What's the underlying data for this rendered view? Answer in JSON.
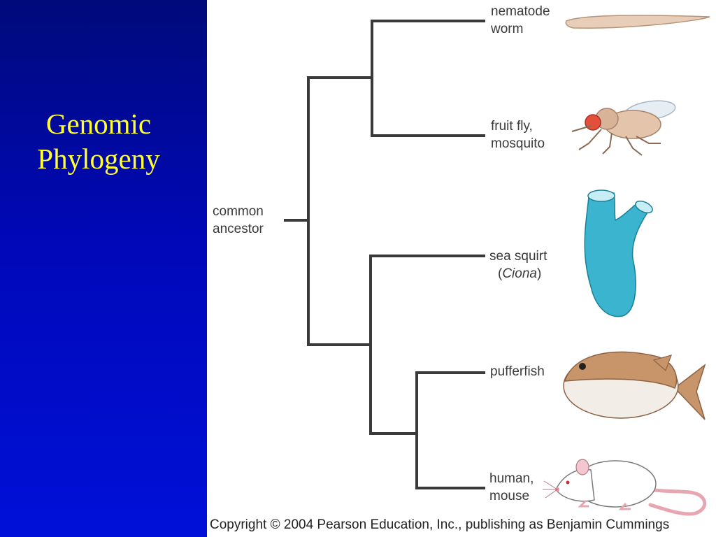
{
  "slide": {
    "title_lines": [
      "Genomic",
      "Phylogeny"
    ],
    "background": "#0008b8",
    "title_color": "#ffff33"
  },
  "diagram": {
    "root_label": [
      "common",
      "ancestor"
    ],
    "leaves": [
      {
        "lines": [
          "nematode",
          "worm"
        ],
        "icon": "worm-icon"
      },
      {
        "lines": [
          "fruit fly,",
          "mosquito"
        ],
        "icon": "fly-icon"
      },
      {
        "lines": [
          "sea squirt",
          "(Ciona)"
        ],
        "icon": "sea-squirt-icon"
      },
      {
        "lines": [
          "pufferfish"
        ],
        "icon": "pufferfish-icon"
      },
      {
        "lines": [
          "human,",
          "mouse"
        ],
        "icon": "mouse-icon"
      }
    ],
    "line_color": "#3a3a3a"
  },
  "footer": {
    "copyright": "Copyright © 2004 Pearson Education, Inc., publishing as Benjamin Cummings"
  }
}
